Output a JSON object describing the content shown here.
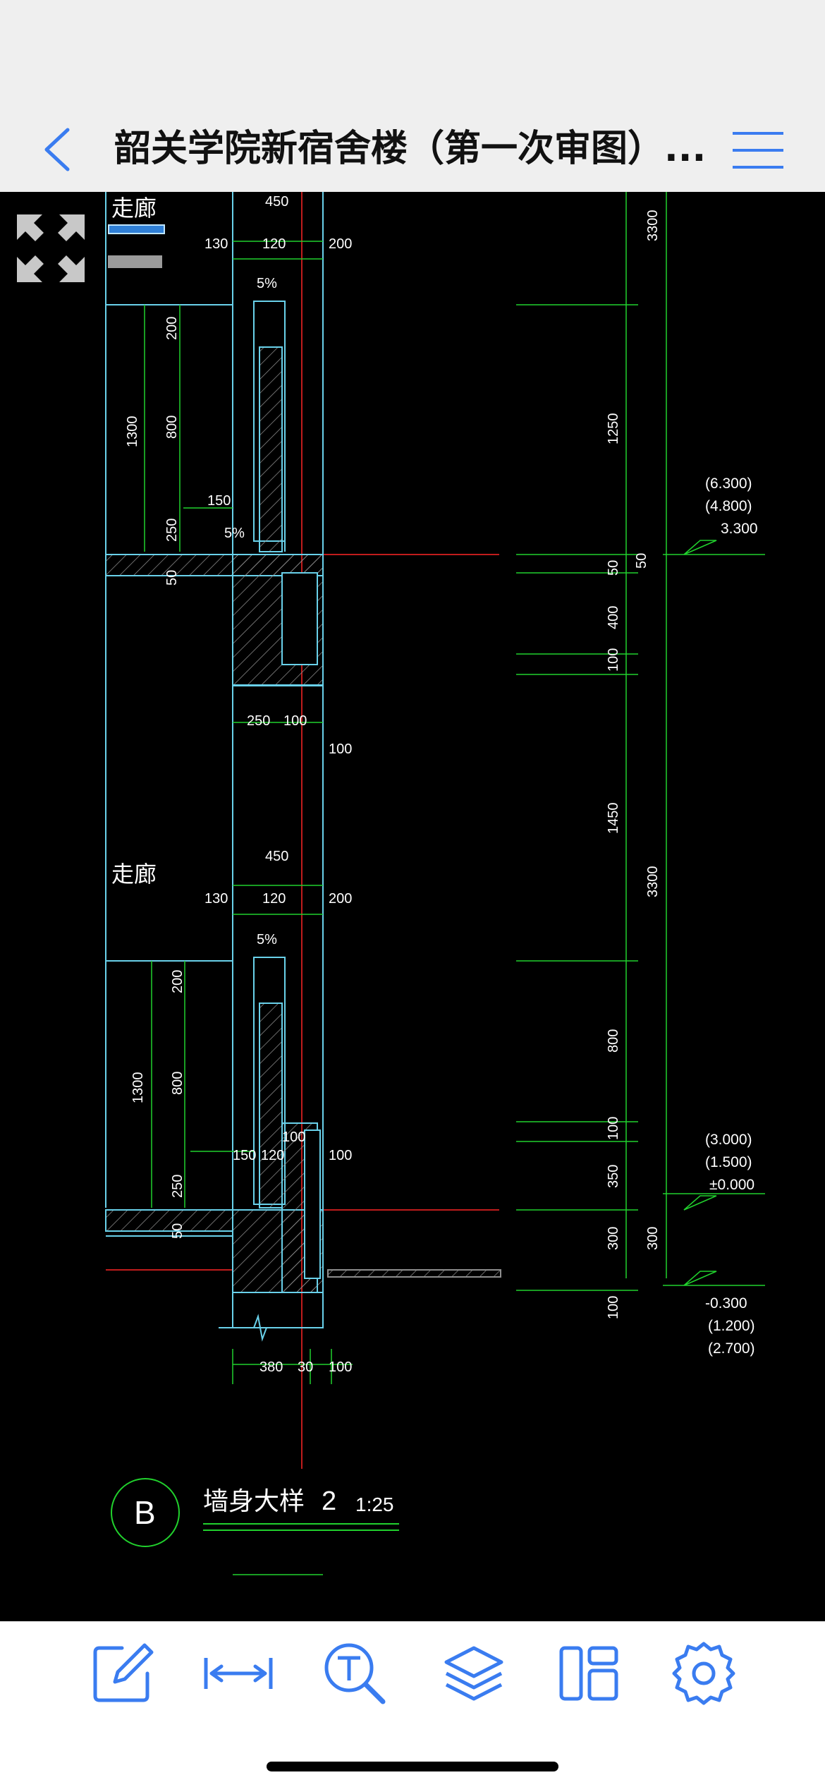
{
  "header": {
    "title": "韶关学院新宿舍楼（第一次审图）..."
  },
  "drawing": {
    "room_label": "走廊",
    "dims": {
      "d450": "450",
      "d130": "130",
      "d120": "120",
      "d200": "200",
      "d150": "150",
      "d250": "250",
      "d100": "100",
      "d50": "50",
      "d800": "800",
      "d1300": "1300",
      "d1250": "1250",
      "d400": "400",
      "d1450": "1450",
      "d3300": "3300",
      "d350": "350",
      "d300": "300",
      "d380": "380",
      "d30": "30"
    },
    "slope": "5%",
    "elevations": {
      "upper": [
        "(6.300)",
        "(4.800)",
        "3.300"
      ],
      "middle": [
        "(3.000)",
        "(1.500)",
        "±0.000"
      ],
      "lower": [
        "-0.300",
        "(1.200)",
        "(2.700)"
      ]
    },
    "title_block": {
      "axis": "B",
      "name": "墙身大样",
      "number": "2",
      "scale": "1:25"
    },
    "colors": {
      "dim": "#21d12d",
      "wall": "#69d1ea",
      "axis": "#ff2626",
      "text": "#ffffff"
    }
  },
  "toolbar": {
    "tools": [
      "edit-icon",
      "measure-icon",
      "text-search-icon",
      "layers-icon",
      "layout-icon",
      "settings-icon"
    ]
  },
  "colors": {
    "accent": "#3a7cf0",
    "bar_bg": "#efefef"
  }
}
